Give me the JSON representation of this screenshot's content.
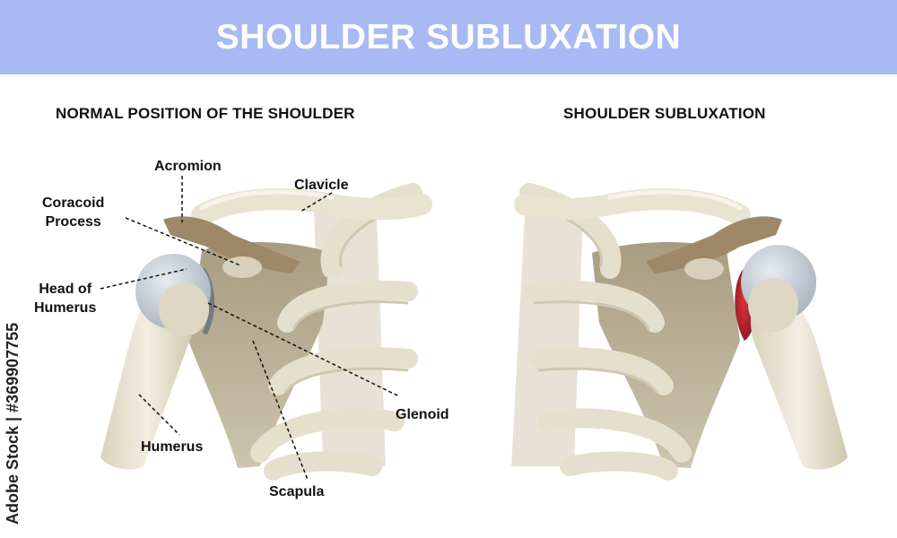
{
  "banner": {
    "title": "SHOULDER SUBLUXATION"
  },
  "panels": {
    "left_title": "NORMAL POSITION OF THE SHOULDER",
    "right_title": "SHOULDER SUBLUXATION"
  },
  "labels": {
    "acromion": "Acromion",
    "clavicle": "Clavicle",
    "coracoid_line1": "Coracoid",
    "coracoid_line2": "Process",
    "head_line1": "Head of",
    "head_line2": "Humerus",
    "glenoid": "Glenoid",
    "humerus": "Humerus",
    "scapula": "Scapula"
  },
  "stock_id": "Adobe Stock | #369907755",
  "colors": {
    "banner": "#a9b9f3",
    "bone": "#e9e3d1",
    "bone_shade": "#c9bfa4",
    "scapula": "#b8ad92",
    "acromion": "#9e8868",
    "humerus_head": "#c5ccd6",
    "inflammation": "#c0282e"
  }
}
